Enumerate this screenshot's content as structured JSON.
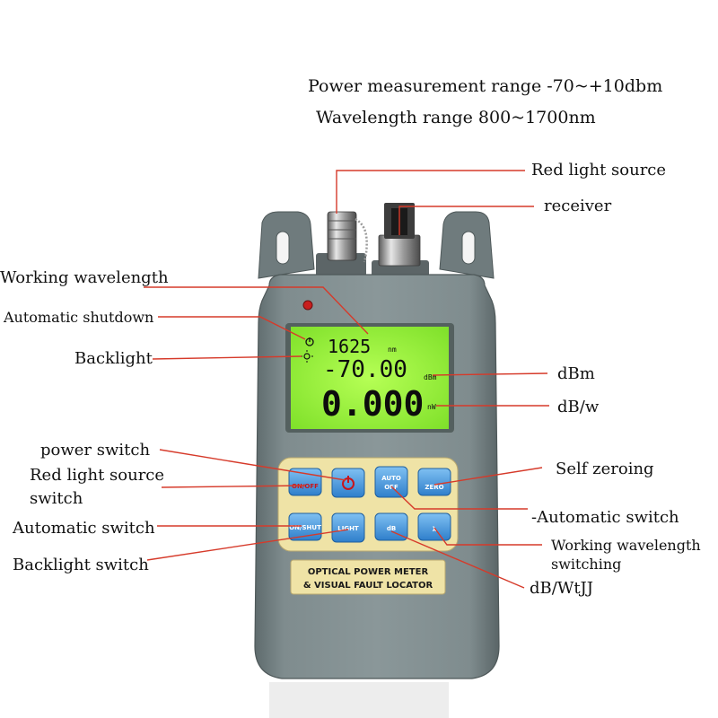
{
  "header": {
    "line1": "Power measurement range -70~+10dbm",
    "line2": "Wavelength range 800~1700nm"
  },
  "display": {
    "wavelength": "1625",
    "wavelength_unit": "nm",
    "power": "-70.00",
    "power_unit": "dBm",
    "watt": "0.000",
    "watt_unit": "nW"
  },
  "buttons": {
    "onoff": "ON/OFF",
    "auto_off_1": "AUTO",
    "auto_off_2": "OFF",
    "zero": "ZERO",
    "auto_shut": "ON/SHUT",
    "light": "LIGHT",
    "db": "dB",
    "lambda": "λ"
  },
  "plate": {
    "line1": "OPTICAL  POWER  METER",
    "line2": "& VISUAL  FAULT  LOCATOR"
  },
  "labels": {
    "red_light_source": "Red light source",
    "receiver": "receiver",
    "working_wavelength": "Working wavelength",
    "automatic_shutdown": "Automatic shutdown",
    "backlight": "Backlight",
    "dbm": "dBm",
    "dbw": "dB/w",
    "power_switch": "power switch",
    "red_light_switch_1": "Red light source",
    "red_light_switch_2": "switch",
    "self_zeroing": "Self zeroing",
    "automatic_switch_left": "Automatic switch",
    "automatic_switch_right": "-Automatic switch",
    "wavelength_switching_1": "Working wavelength",
    "wavelength_switching_2": "switching",
    "backlight_switch": "Backlight switch",
    "dbw_bottom": "dB/WtJJ"
  },
  "colors": {
    "body": "#7d8a8c",
    "lcd": "#a6ff3c",
    "button": "#4f9ee3",
    "keypad": "#efe3a6",
    "callout": "#d63a2a"
  },
  "icons": [
    "backlight-sun-icon",
    "auto-shutdown-icon",
    "power-icon",
    "status-led-icon"
  ]
}
